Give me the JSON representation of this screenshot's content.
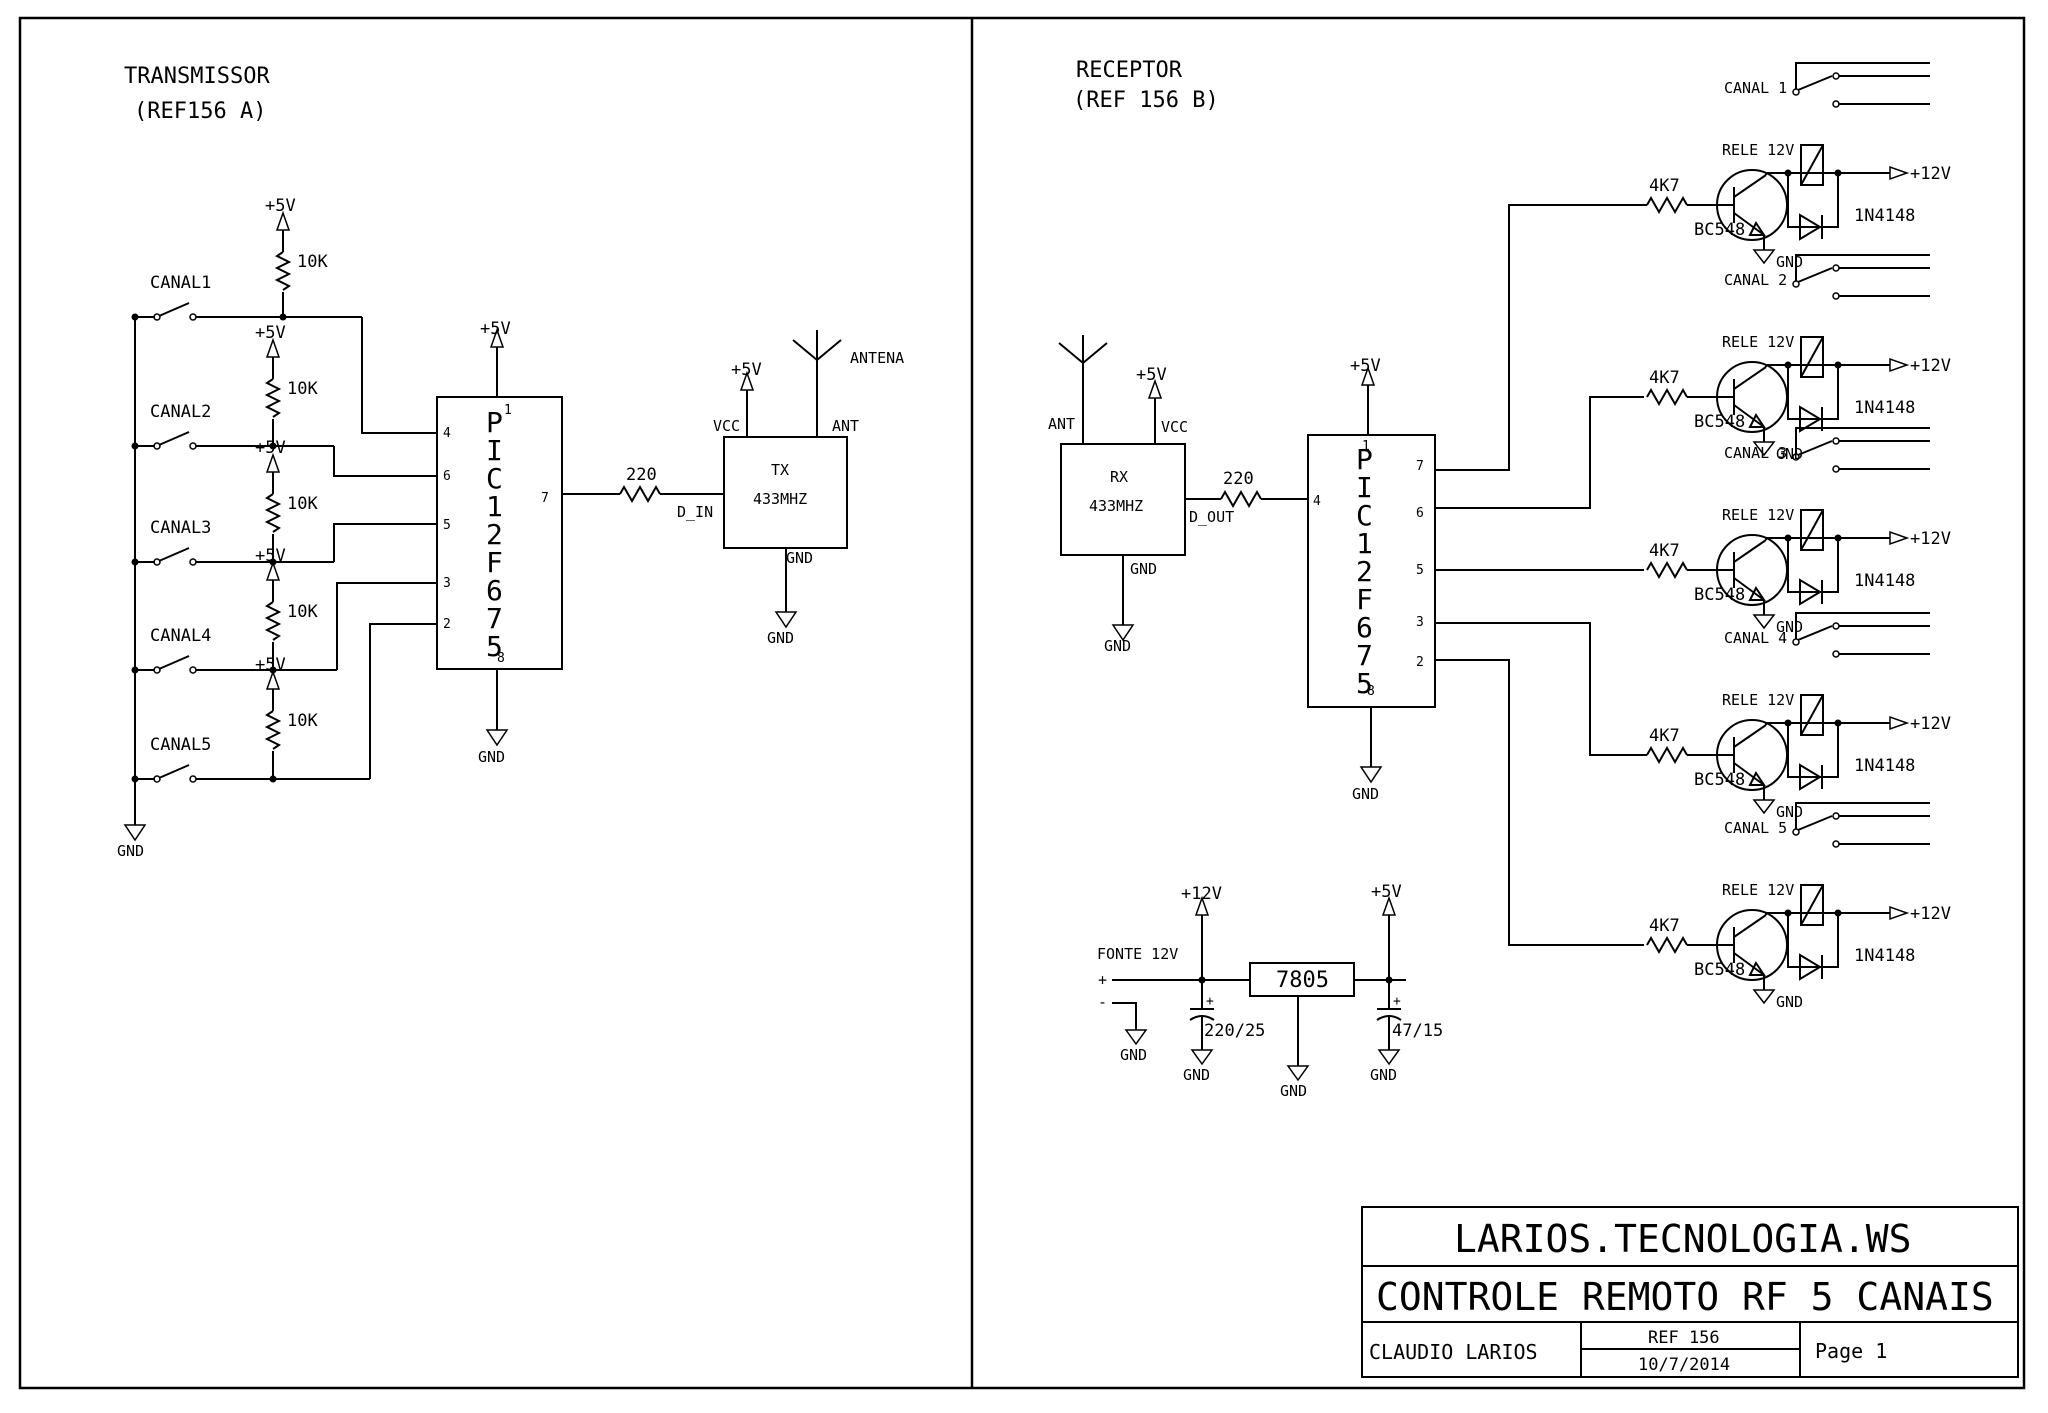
{
  "transmitter": {
    "title": "TRANSMISSOR",
    "ref": "(REF156 A)",
    "vcc": "+5V",
    "gnd": "GND",
    "pullup": "10K",
    "channels": [
      "CANAL1",
      "CANAL2",
      "CANAL3",
      "CANAL4",
      "CANAL5"
    ],
    "mcu_letters": [
      "P",
      "I",
      "C",
      "1",
      "2",
      "F",
      "6",
      "7",
      "5"
    ],
    "pins": {
      "vdd": "1",
      "gnd": "8",
      "in1": "4",
      "in2": "6",
      "in3": "5",
      "in4": "3",
      "in5": "2",
      "out": "7"
    },
    "resistor": "220",
    "tx_label": "TX",
    "tx_freq": "433MHZ",
    "tx_vcc": "VCC",
    "tx_ant": "ANT",
    "tx_din": "D_IN",
    "tx_gnd": "GND",
    "antenna": "ANTENA"
  },
  "receiver": {
    "title": "RECEPTOR",
    "ref": "(REF 156 B)",
    "rx_label": "RX",
    "rx_freq": "433MHZ",
    "rx_ant": "ANT",
    "rx_vcc": "VCC",
    "rx_gnd": "GND",
    "rx_dout": "D_OUT",
    "resistor": "220",
    "vcc": "+5V",
    "gnd": "GND",
    "mcu_letters": [
      "P",
      "I",
      "C",
      "1",
      "2",
      "F",
      "6",
      "7",
      "5"
    ],
    "pins": {
      "vdd": "1",
      "gnd": "8",
      "in": "4",
      "o7": "7",
      "o6": "6",
      "o5": "5",
      "o3": "3",
      "o2": "2"
    },
    "channels": [
      {
        "name": "CANAL 1",
        "relay": "RELE 12V",
        "base_res": "4K7",
        "transistor": "BC548",
        "diode": "1N4148",
        "supply": "+12V",
        "gnd": "GND"
      },
      {
        "name": "CANAL 2",
        "relay": "RELE 12V",
        "base_res": "4K7",
        "transistor": "BC548",
        "diode": "1N4148",
        "supply": "+12V",
        "gnd": "GND"
      },
      {
        "name": "CANAL 3",
        "relay": "RELE 12V",
        "base_res": "4K7",
        "transistor": "BC548",
        "diode": "1N4148",
        "supply": "+12V",
        "gnd": "GND"
      },
      {
        "name": "CANAL 4",
        "relay": "RELE 12V",
        "base_res": "4K7",
        "transistor": "BC548",
        "diode": "1N4148",
        "supply": "+12V",
        "gnd": "GND"
      },
      {
        "name": "CANAL 5",
        "relay": "RELE 12V",
        "base_res": "4K7",
        "transistor": "BC548",
        "diode": "1N4148",
        "supply": "+12V",
        "gnd": "GND"
      }
    ]
  },
  "power": {
    "source": "FONTE 12V",
    "plus": "+",
    "minus": "-",
    "v12": "+12V",
    "v5": "+5V",
    "regulator": "7805",
    "cap1": "220/25",
    "cap2": "47/15",
    "cap_plus": "+",
    "gnd": "GND"
  },
  "title_block": {
    "site": "LARIOS.TECNOLOGIA.WS",
    "project": "CONTROLE REMOTO RF 5 CANAIS",
    "author": "CLAUDIO LARIOS",
    "ref": "REF 156",
    "date": "10/7/2014",
    "page": "Page 1"
  }
}
